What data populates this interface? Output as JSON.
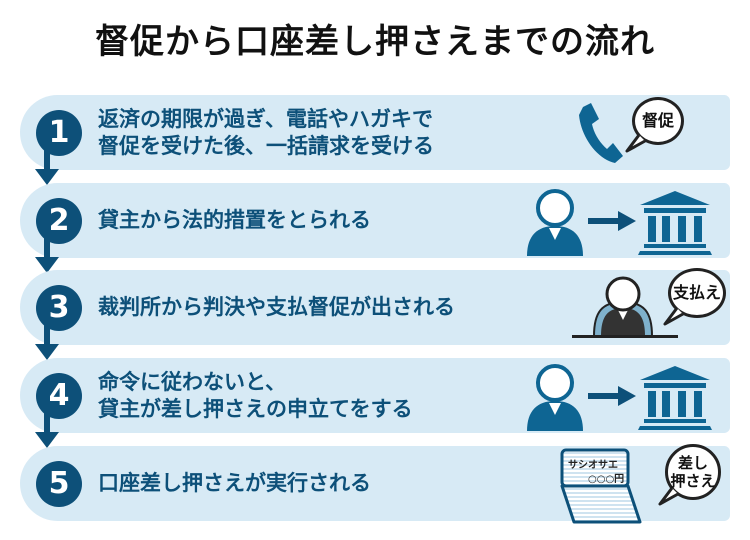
{
  "title": "督促から口座差し押さえまでの流れ",
  "colors": {
    "bar_bg": "#d7eaf5",
    "dark_blue": "#0d5079",
    "icon_blue": "#0e6593"
  },
  "steps": [
    {
      "number": "1",
      "lines": [
        "返済の期限が過ぎ、電話やハガキで",
        "督促を受けた後、一括請求を受ける"
      ],
      "icon": "phone-icon",
      "bubble": "督促"
    },
    {
      "number": "2",
      "lines": [
        "貸主から法的措置をとられる"
      ],
      "icon": "person-to-court-icon"
    },
    {
      "number": "3",
      "lines": [
        "裁判所から判決や支払督促が出される"
      ],
      "icon": "judge-icon",
      "bubble": "支払え"
    },
    {
      "number": "4",
      "lines": [
        "命令に従わないと、",
        "貸主が差し押さえの申立てをする"
      ],
      "icon": "person-to-court-icon"
    },
    {
      "number": "5",
      "lines": [
        "口座差し押さえが実行される"
      ],
      "icon": "bankbook-icon",
      "bubble_lines": [
        "差し",
        "押さえ"
      ],
      "bankbook": {
        "name": "サシオサエ",
        "amount": "○○○円"
      }
    }
  ]
}
